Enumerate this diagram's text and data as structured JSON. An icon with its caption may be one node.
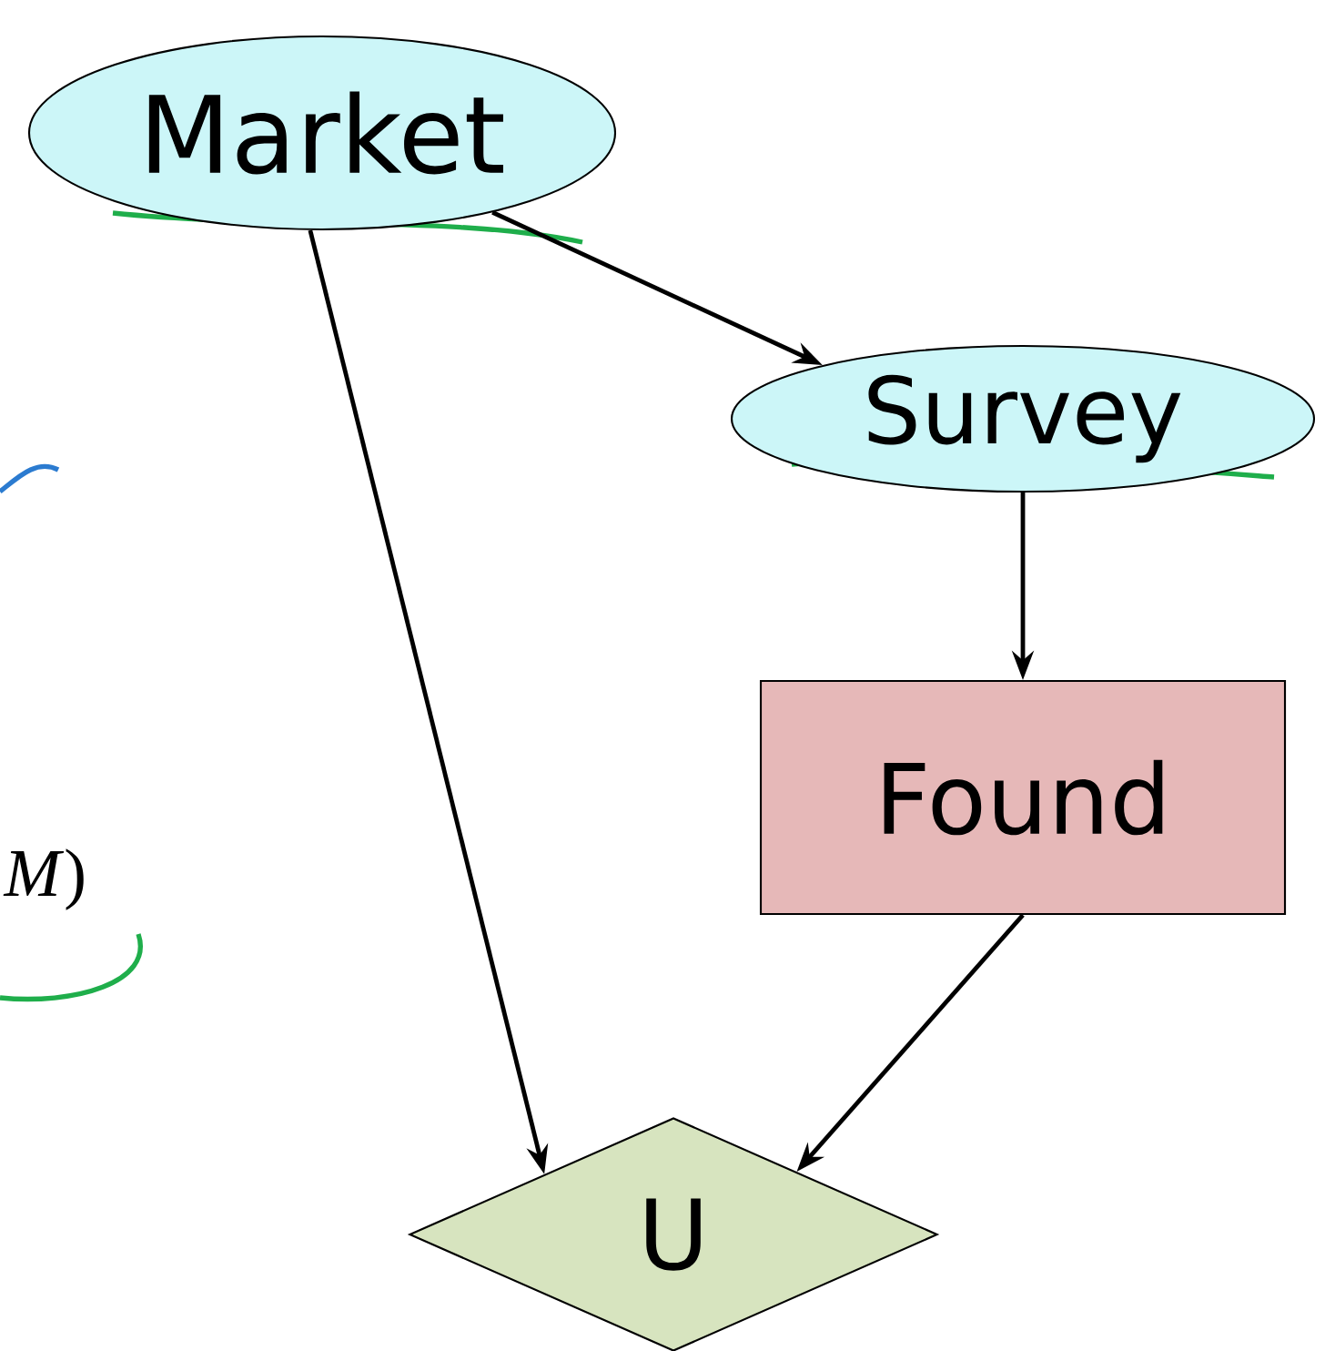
{
  "diagram": {
    "nodes": [
      {
        "text": [
          "Market"
        ]
      },
      {
        "text": [
          "Survey"
        ]
      },
      {
        "text": [
          "Found"
        ]
      },
      {
        "text": [
          "U"
        ]
      }
    ],
    "edges": [
      {
        "from": 0,
        "to": 1,
        "arrow": "to"
      },
      {
        "from": 0,
        "to": 3,
        "arrow": "to"
      },
      {
        "from": 1,
        "to": 2,
        "arrow": "to"
      },
      {
        "from": 2,
        "to": 3,
        "arrow": "to"
      }
    ],
    "labels": [
      "*M*)"
    ]
  }
}
